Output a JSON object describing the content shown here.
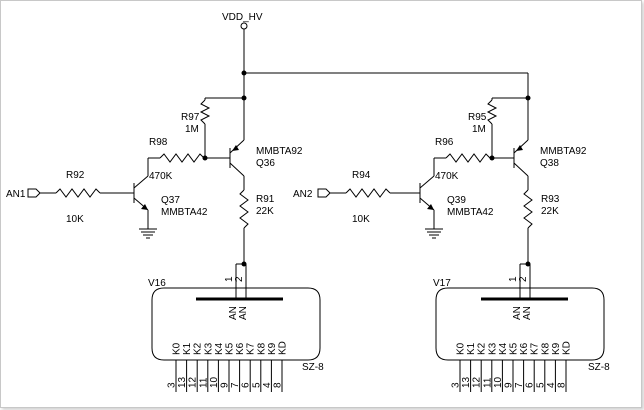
{
  "supply": {
    "label": "VDD_HV"
  },
  "stages": [
    {
      "input_label": "AN1",
      "r_base": {
        "ref": "R92",
        "value": "10K"
      },
      "r_bias": {
        "ref": "R98",
        "value": "470K"
      },
      "r_pullup": {
        "ref": "R97",
        "value": "1M"
      },
      "r_collector": {
        "ref": "R91",
        "value": "22K"
      },
      "q_npn": {
        "ref": "Q37",
        "part": "MMBTA42"
      },
      "q_pnp": {
        "ref": "Q36",
        "part": "MMBTA92"
      },
      "tube": {
        "ref": "V16",
        "part": "SZ-8",
        "anode_pins": [
          "1",
          "2"
        ],
        "anode_labels": [
          "AN",
          "AN"
        ],
        "cathodes": [
          "K0",
          "K1",
          "K2",
          "K3",
          "K4",
          "K5",
          "K6",
          "K7",
          "K8",
          "K9",
          "KD"
        ],
        "pins": [
          "3",
          "13",
          "12",
          "11",
          "10",
          "9",
          "7",
          "6",
          "5",
          "4",
          "8"
        ]
      }
    },
    {
      "input_label": "AN2",
      "r_base": {
        "ref": "R94",
        "value": "10K"
      },
      "r_bias": {
        "ref": "R96",
        "value": "470K"
      },
      "r_pullup": {
        "ref": "R95",
        "value": "1M"
      },
      "r_collector": {
        "ref": "R93",
        "value": "22K"
      },
      "q_npn": {
        "ref": "Q39",
        "part": "MMBTA42"
      },
      "q_pnp": {
        "ref": "Q38",
        "part": "MMBTA92"
      },
      "tube": {
        "ref": "V17",
        "part": "SZ-8",
        "anode_pins": [
          "1",
          "2"
        ],
        "anode_labels": [
          "AN",
          "AN"
        ],
        "cathodes": [
          "K0",
          "K1",
          "K2",
          "K3",
          "K4",
          "K5",
          "K6",
          "K7",
          "K8",
          "K9",
          "KD"
        ],
        "pins": [
          "3",
          "13",
          "12",
          "11",
          "10",
          "9",
          "7",
          "6",
          "5",
          "4",
          "8"
        ]
      }
    }
  ]
}
